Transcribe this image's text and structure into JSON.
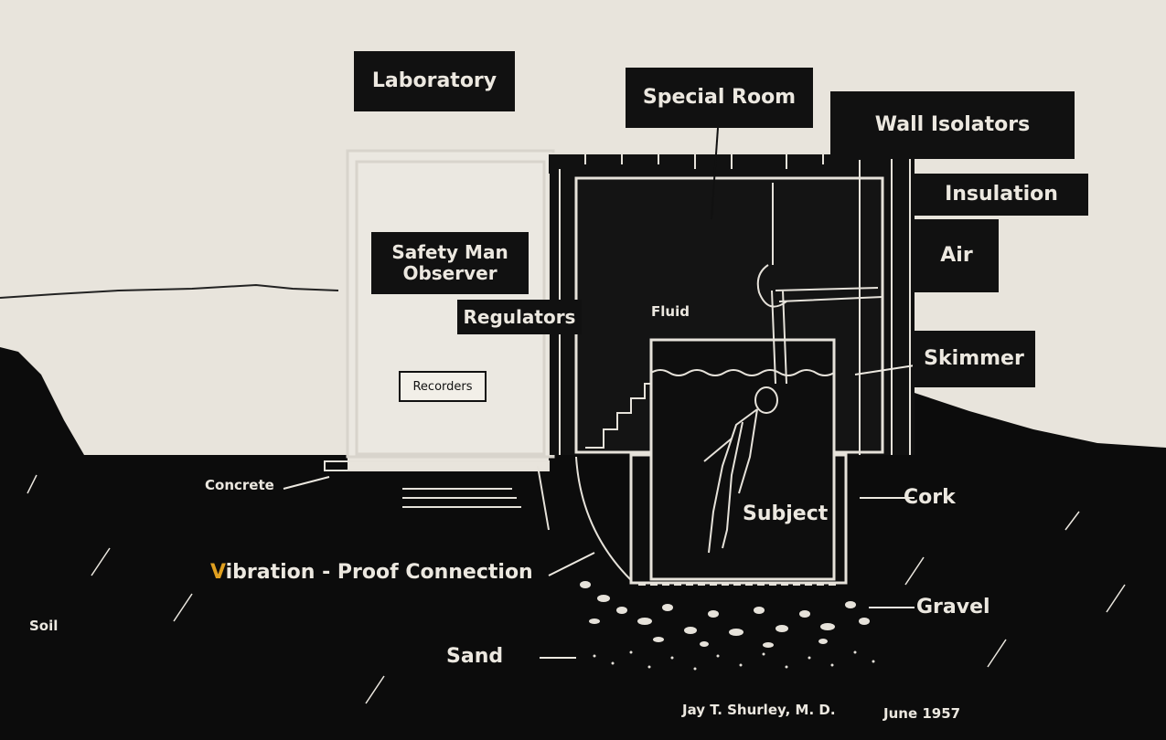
{
  "diagram": {
    "labels": {
      "laboratory": "Laboratory",
      "special_room": "Special Room",
      "wall_isolators": "Wall Isolators",
      "insulation": "Insulation",
      "air": "Air",
      "safety_man_line1": "Safety Man",
      "safety_man_line2": "Observer",
      "regulators": "Regulators",
      "fluid": "Fluid",
      "skimmer": "Skimmer",
      "recorders": "Recorders",
      "concrete": "Concrete",
      "subject": "Subject",
      "cork": "Cork",
      "vibration_proof": "Vibration - Proof Connection",
      "gravel": "Gravel",
      "soil": "Soil",
      "sand": "Sand"
    },
    "credit": {
      "author": "Jay T. Shurley, M. D.",
      "date": "June 1957"
    }
  },
  "colors": {
    "paper": "#e8e4dc",
    "ground": "#0c0c0c",
    "line": "#ece8e0",
    "accent": "#e0a020"
  }
}
